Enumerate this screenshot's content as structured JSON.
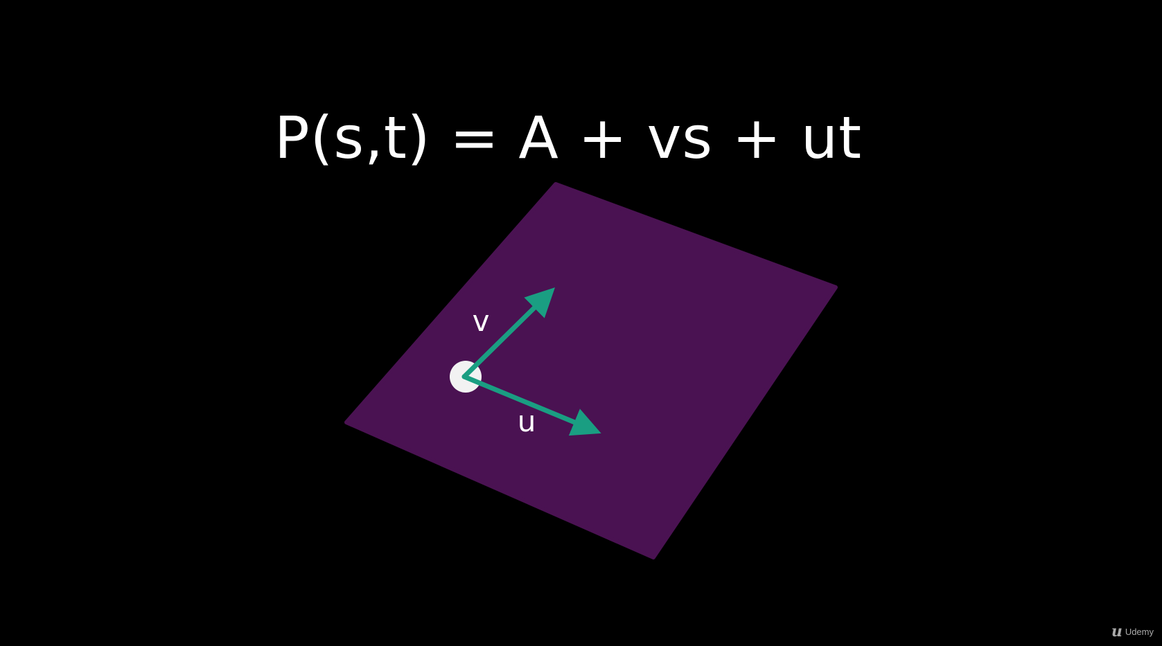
{
  "equation": "P(s,t) = A + vs + ut",
  "labels": {
    "v": "v",
    "u": "u"
  },
  "colors": {
    "background": "#000000",
    "plane": "#4a1252",
    "arrow": "#1a9e82",
    "point": "#f2f2f2",
    "text": "#ffffff"
  },
  "watermark": {
    "logo_icon": "udemy-logo-icon",
    "logo_glyph": "u",
    "text": "Udemy"
  }
}
